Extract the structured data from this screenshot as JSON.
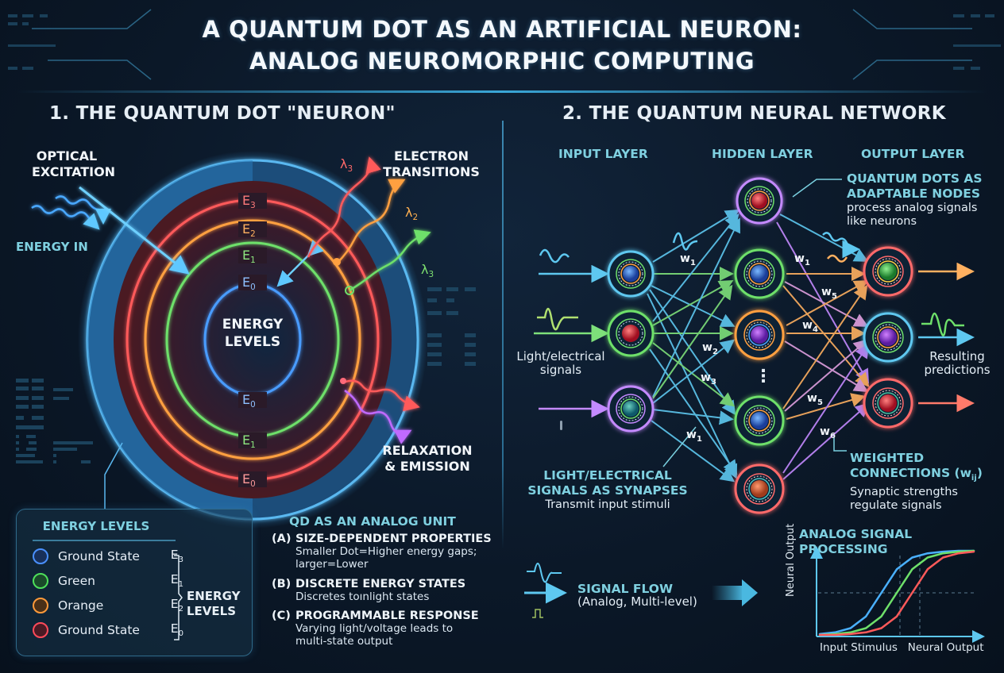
{
  "header": {
    "title_line1": "A QUANTUM DOT AS AN ARTIFICIAL NEURON:",
    "title_line2": "ANALOG NEUROMORPHIC COMPUTING"
  },
  "section1": {
    "heading": "1. THE QUANTUM DOT \"NEURON\"",
    "optical_excitation": [
      "OPTICAL",
      "EXCITATION"
    ],
    "energy_in": "ENERGY IN",
    "electron_transitions": [
      "ELECTRON",
      "TRANSITIONS"
    ],
    "relaxation": [
      "RELAXATION",
      "& EMISSION"
    ],
    "center_label": [
      "ENERGY",
      "LEVELS"
    ],
    "ring_labels": [
      {
        "base": "E",
        "sub": "3",
        "color": "#ff5a5a"
      },
      {
        "base": "E",
        "sub": "2",
        "color": "#ffa040"
      },
      {
        "base": "E",
        "sub": "1",
        "color": "#6ee06a"
      },
      {
        "base": "E",
        "sub": "0",
        "color": "#4aa0ff"
      }
    ],
    "lower_ring_labels": [
      {
        "base": "E",
        "sub": "0"
      },
      {
        "base": "E",
        "sub": "1"
      },
      {
        "base": "E",
        "sub": "0"
      }
    ],
    "wavelengths": [
      {
        "base": "λ",
        "sub": "3",
        "color": "#ff6a6a"
      },
      {
        "base": "λ",
        "sub": "2",
        "color": "#ffb050"
      },
      {
        "base": "λ",
        "sub": "3",
        "color": "#7ee070"
      }
    ],
    "legend": {
      "title": "ENERGY LEVELS",
      "rows": [
        {
          "name": "Ground State",
          "level": "E",
          "sub": "3",
          "color": "#4a90ff"
        },
        {
          "name": "Green",
          "level": "E",
          "sub": "1",
          "color": "#4ee05a"
        },
        {
          "name": "Orange",
          "level": "E",
          "sub": "2",
          "color": "#ff9a3a"
        },
        {
          "name": "Ground State",
          "level": "E",
          "sub": "0",
          "color": "#ff4a5a"
        }
      ],
      "side_label": [
        "ENERGY",
        "LEVELS"
      ]
    },
    "analog_unit": {
      "title": "QD AS AN ANALOG UNIT",
      "items": [
        {
          "key": "(A)",
          "heading": "SIZE-DEPENDENT PROPERTIES",
          "desc": [
            "Smaller Dot=Higher energy gaps;",
            "larger=Lower"
          ]
        },
        {
          "key": "(B)",
          "heading": "DISCRETE ENERGY STATES",
          "desc": [
            "Discretes toınlight states"
          ]
        },
        {
          "key": "(C)",
          "heading": "PROGRAMMABLE RESPONSE",
          "desc": [
            "Varying light/voltage leads to",
            "multi-state output"
          ]
        }
      ]
    }
  },
  "section2": {
    "heading": "2. THE QUANTUM NEURAL NETWORK",
    "layers": {
      "input": "INPUT LAYER",
      "hidden": "HIDDEN LAYER",
      "output": "OUTPUT LAYER"
    },
    "input_signals_label": [
      "Light/electrical",
      "signals"
    ],
    "nodes_callout": {
      "heading": [
        "QUANTUM DOTS AS",
        "ADAPTABLE NODES"
      ],
      "desc": [
        "process analog signals",
        "like neurons"
      ]
    },
    "predictions_label": [
      "Resulting",
      "predictions"
    ],
    "synapses_callout": {
      "heading": [
        "LIGHT/ELECTRICAL",
        "SIGNALS AS SYNAPSES"
      ],
      "desc": "Transmit input stimuli"
    },
    "weights_callout": {
      "heading": [
        "WEIGHTED",
        "CONNECTIONS (w"
      ],
      "heading_sub": "ij",
      "heading_end": ")",
      "desc": [
        "Synaptic strengths",
        "regulate signals"
      ]
    },
    "weights": [
      {
        "base": "w",
        "sub": "1"
      },
      {
        "base": "w",
        "sub": "2"
      },
      {
        "base": "w",
        "sub": "3"
      },
      {
        "base": "w",
        "sub": "1"
      },
      {
        "base": "w",
        "sub": "1"
      },
      {
        "base": "w",
        "sub": "5"
      },
      {
        "base": "w",
        "sub": "4"
      },
      {
        "base": "w",
        "sub": "5"
      },
      {
        "base": "w",
        "sub": "6"
      }
    ],
    "ellipsis": "⋮",
    "signal_flow": {
      "title": "SIGNAL FLOW",
      "desc": "(Analog, Multi-level)"
    }
  },
  "chart_data": {
    "type": "line",
    "title": "ANALOG SIGNAL PROCESSING",
    "xlabel": "Input Stimulus   Neural Output",
    "ylabel": "Neural Output",
    "x": [
      0,
      1,
      2,
      3,
      4,
      5,
      6,
      7,
      8,
      9,
      10
    ],
    "series": [
      {
        "name": "blue",
        "color": "#4ab0ff",
        "values": [
          0.01,
          0.03,
          0.08,
          0.22,
          0.5,
          0.78,
          0.92,
          0.97,
          0.99,
          1.0,
          1.0
        ]
      },
      {
        "name": "green",
        "color": "#6ee06a",
        "values": [
          0.0,
          0.01,
          0.03,
          0.08,
          0.22,
          0.5,
          0.78,
          0.92,
          0.97,
          0.99,
          1.0
        ]
      },
      {
        "name": "red",
        "color": "#ff5a5a",
        "values": [
          0.0,
          0.0,
          0.01,
          0.03,
          0.08,
          0.22,
          0.5,
          0.78,
          0.92,
          0.97,
          0.99
        ]
      }
    ],
    "grid": false,
    "annotations": [
      "dashed horizontal line at 0.5",
      "dashed verticals at green and red midpoints"
    ]
  }
}
